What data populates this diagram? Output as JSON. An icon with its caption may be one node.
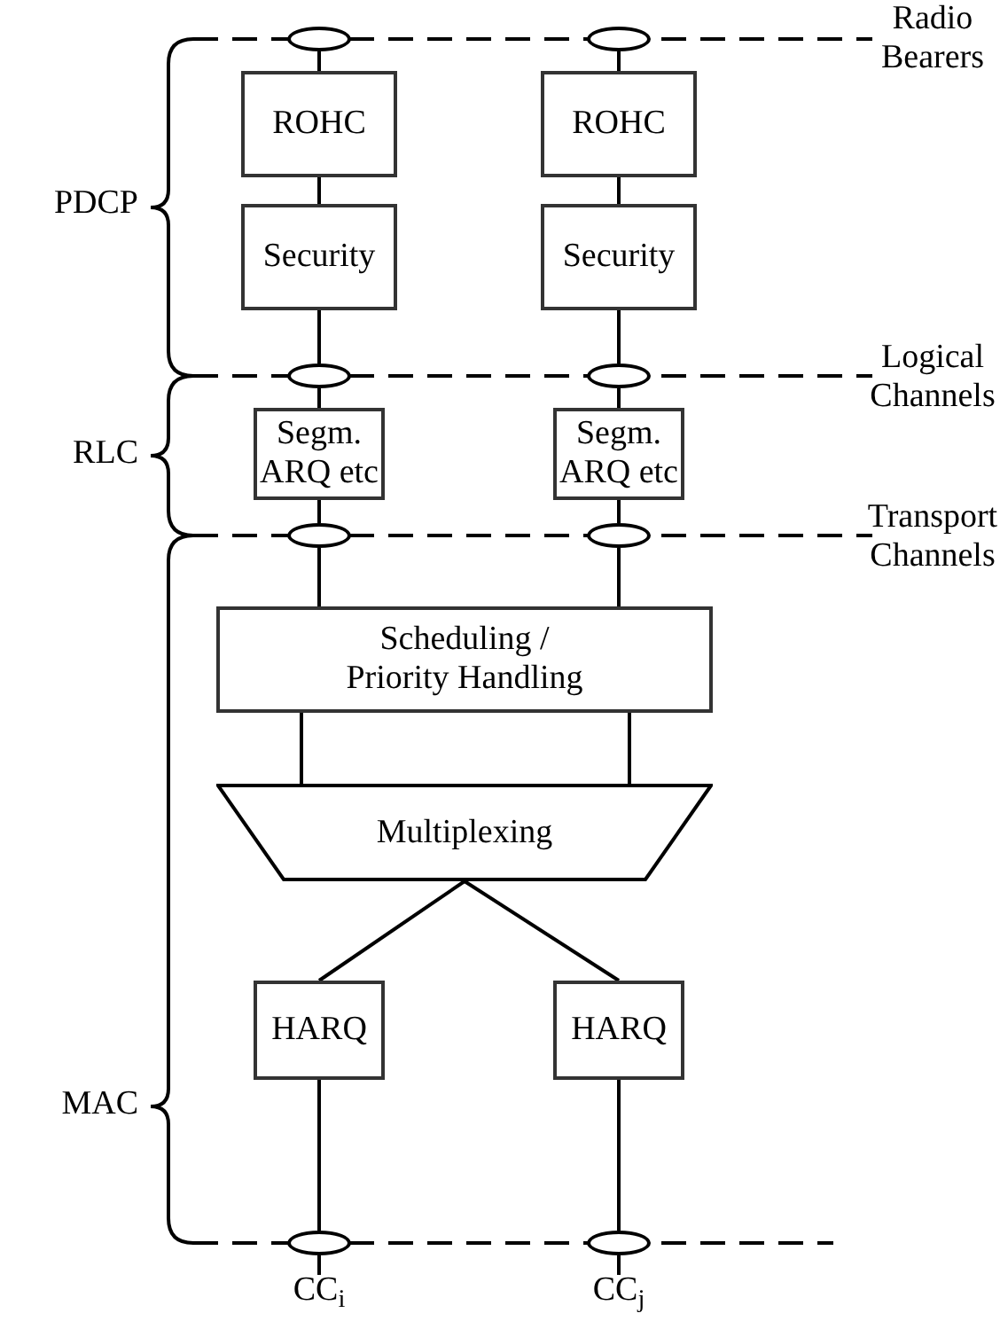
{
  "diagram": {
    "nodes": [
      {
        "text": [],
        "shape": "ellipse"
      },
      {
        "text": [],
        "shape": "ellipse"
      },
      {
        "text": [
          "ROHC"
        ]
      },
      {
        "text": [
          "ROHC"
        ]
      },
      {
        "text": [
          "Security"
        ]
      },
      {
        "text": [
          "Security"
        ]
      },
      {
        "text": [],
        "shape": "ellipse"
      },
      {
        "text": [],
        "shape": "ellipse"
      },
      {
        "text": [
          "Segm. ARQ etc"
        ]
      },
      {
        "text": [
          "Segm. ARQ etc"
        ]
      },
      {
        "text": [],
        "shape": "ellipse"
      },
      {
        "text": [],
        "shape": "ellipse"
      },
      {
        "text": [
          "Scheduling / Priority Handling"
        ]
      },
      {
        "text": [
          "Multiplexing"
        ]
      },
      {
        "text": [
          "HARQ"
        ]
      },
      {
        "text": [
          "HARQ"
        ]
      },
      {
        "text": [],
        "shape": "ellipse"
      },
      {
        "text": [],
        "shape": "ellipse"
      },
      {
        "text": [
          "CC$_{i}$"
        ]
      },
      {
        "text": [
          "CC$_{j}$"
        ]
      }
    ],
    "edges": [
      {
        "from": 0,
        "to": 2,
        "arrow": "none"
      },
      {
        "from": 1,
        "to": 3,
        "arrow": "none"
      },
      {
        "from": 2,
        "to": 4,
        "arrow": "none"
      },
      {
        "from": 3,
        "to": 5,
        "arrow": "none"
      },
      {
        "from": 4,
        "to": 6,
        "arrow": "none"
      },
      {
        "from": 5,
        "to": 7,
        "arrow": "none"
      },
      {
        "from": 6,
        "to": 8,
        "arrow": "none"
      },
      {
        "from": 7,
        "to": 9,
        "arrow": "none"
      },
      {
        "from": 8,
        "to": 10,
        "arrow": "none"
      },
      {
        "from": 9,
        "to": 11,
        "arrow": "none"
      },
      {
        "from": 10,
        "to": 12,
        "arrow": "none"
      },
      {
        "from": 11,
        "to": 12,
        "arrow": "none"
      },
      {
        "from": 12,
        "to": 13,
        "arrow": "none"
      },
      {
        "from": 12,
        "to": 13,
        "arrow": "none"
      },
      {
        "from": 13,
        "to": 14,
        "arrow": "none"
      },
      {
        "from": 13,
        "to": 15,
        "arrow": "none"
      },
      {
        "from": 14,
        "to": 16,
        "arrow": "none"
      },
      {
        "from": 15,
        "to": 17,
        "arrow": "none"
      },
      {
        "from": 16,
        "to": 18,
        "arrow": "none"
      },
      {
        "from": 17,
        "to": 19,
        "arrow": "none"
      }
    ],
    "labels": [
      "Radio Bearers",
      "PDCP",
      "Logical Channels",
      "RLC",
      "Transport Channels",
      "MAC"
    ]
  }
}
